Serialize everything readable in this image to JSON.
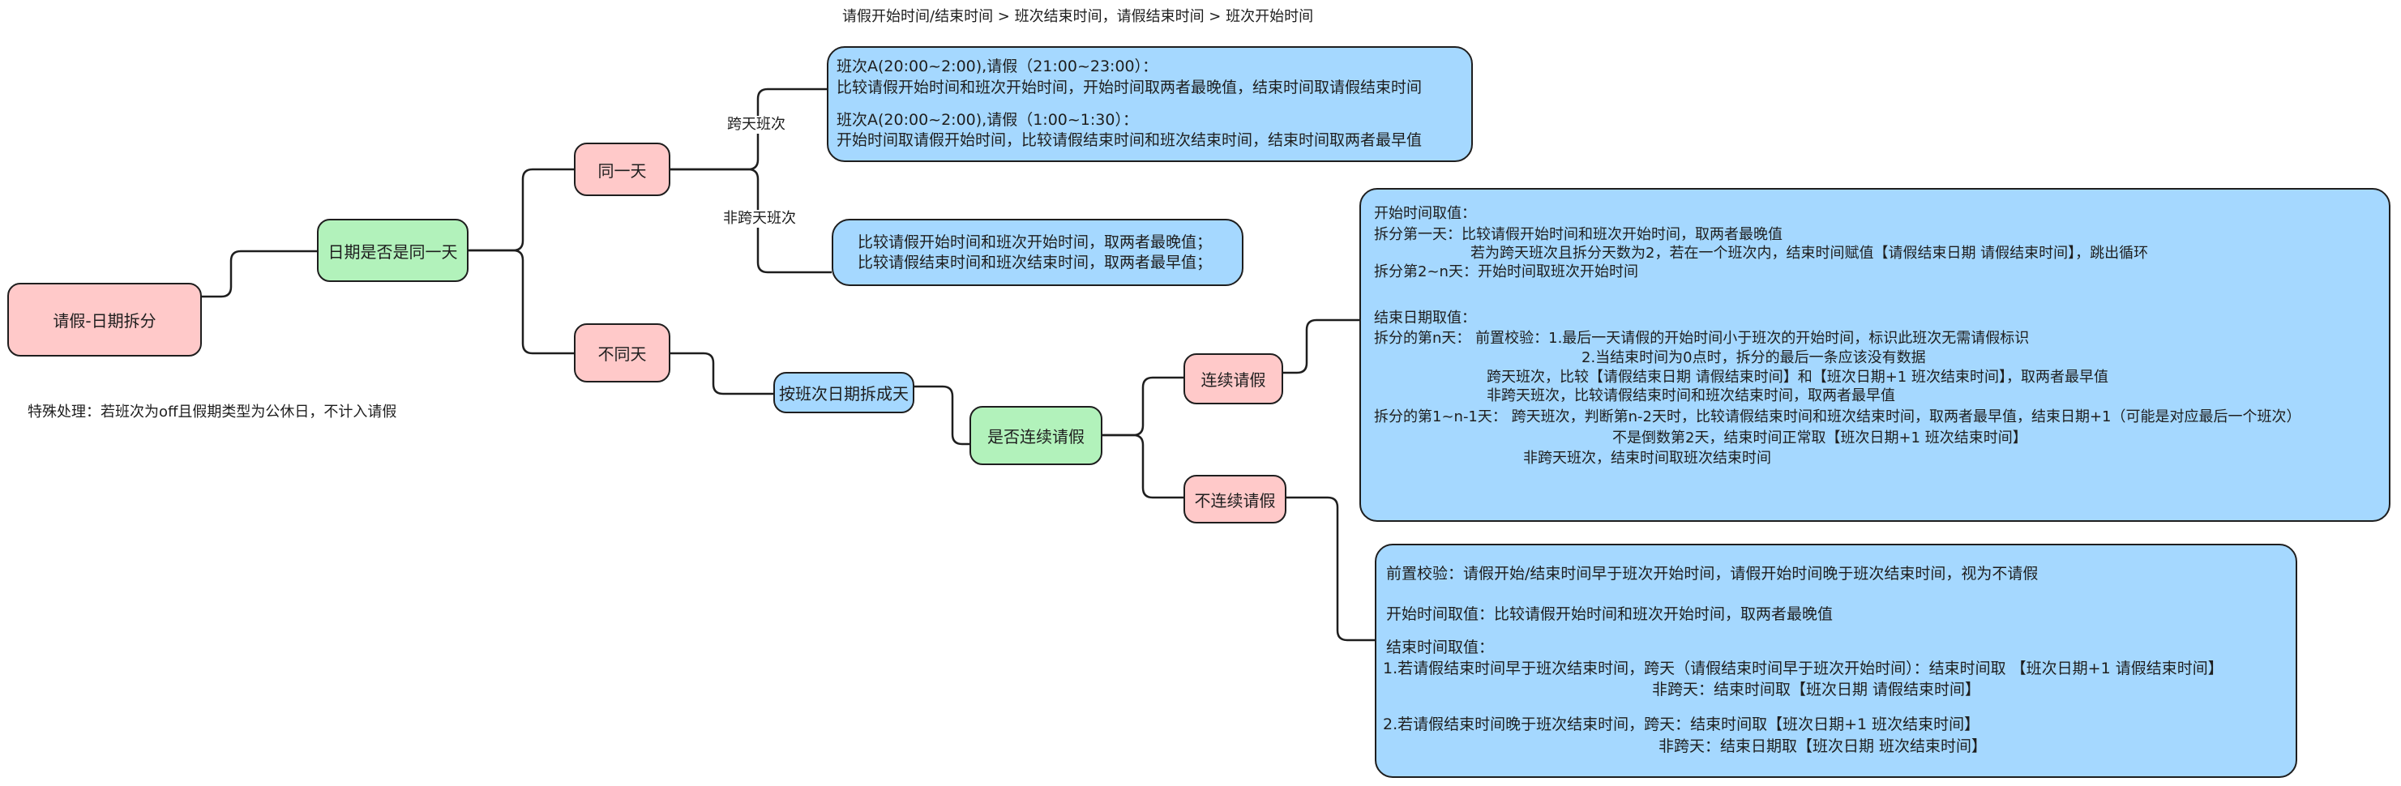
{
  "caption": "请假开始时间/结束时间 > 班次结束时间，请假结束时间 > 班次开始时间",
  "special_note": "特殊处理：若班次为off且假期类型为公休日，不计入请假",
  "nodes": {
    "root": "请假-日期拆分",
    "same_date": "日期是否是同一天",
    "same_day": "同一天",
    "diff_day": "不同天",
    "split_by_shift": "按班次日期拆成天",
    "continuous_q": "是否连续请假",
    "continuous": "连续请假",
    "non_continuous": "不连续请假"
  },
  "edge_labels": {
    "cross_day": "跨天班次",
    "non_cross_day": "非跨天班次"
  },
  "cross_day_box": [
    "班次A(20:00~2:00),请假（21:00~23:00）：",
    "比较请假开始时间和班次开始时间，开始时间取两者最晚值，结束时间取请假结束时间",
    "班次A(20:00~2:00),请假（1:00~1:30）：",
    "开始时间取请假开始时间，比较请假结束时间和班次结束时间，结束时间取两者最早值"
  ],
  "non_cross_day_box": [
    "比较请假开始时间和班次开始时间，取两者最晚值；",
    "比较请假结束时间和班次结束时间，取两者最早值；"
  ],
  "continuous_box": [
    "开始时间取值：",
    "拆分第一天：比较请假开始时间和班次开始时间，取两者最晚值",
    "若为跨天班次且拆分天数为2，若在一个班次内，结束时间赋值【请假结束日期 请假结束时间】，跳出循环",
    "拆分第2~n天：开始时间取班次开始时间",
    "结束日期取值：",
    "拆分的第n天： 前置校验：1.最后一天请假的开始时间小于班次的开始时间，标识此班次无需请假标识",
    "2.当结束时间为0点时，拆分的最后一条应该没有数据",
    "跨天班次，比较【请假结束日期 请假结束时间】和【班次日期+1 班次结束时间】，取两者最早值",
    "非跨天班次，比较请假结束时间和班次结束时间，取两者最早值",
    "拆分的第1~n-1天： 跨天班次，判断第n-2天时，比较请假结束时间和班次结束时间，取两者最早值，结束日期+1（可能是对应最后一个班次）",
    "不是倒数第2天，结束时间正常取【班次日期+1 班次结束时间】",
    "非跨天班次，结束时间取班次结束时间"
  ],
  "non_continuous_box": [
    "前置校验：请假开始/结束时间早于班次开始时间，请假开始时间晚于班次结束时间，视为不请假",
    "开始时间取值：比较请假开始时间和班次开始时间，取两者最晚值",
    "结束时间取值：",
    "1.若请假结束时间早于班次结束时间，跨天（请假结束时间早于班次开始时间）：结束时间取 【班次日期+1  请假结束时间】",
    "非跨天：结束时间取【班次日期 请假结束时间】",
    "2.若请假结束时间晚于班次结束时间，跨天：结束时间取【班次日期+1 班次结束时间】",
    "非跨天：结束日期取【班次日期 班次结束时间】"
  ],
  "colors": {
    "pink": "#ffc9c9",
    "green": "#b2f2bb",
    "blue": "#a5d8ff",
    "stroke": "#1e1e1e"
  }
}
